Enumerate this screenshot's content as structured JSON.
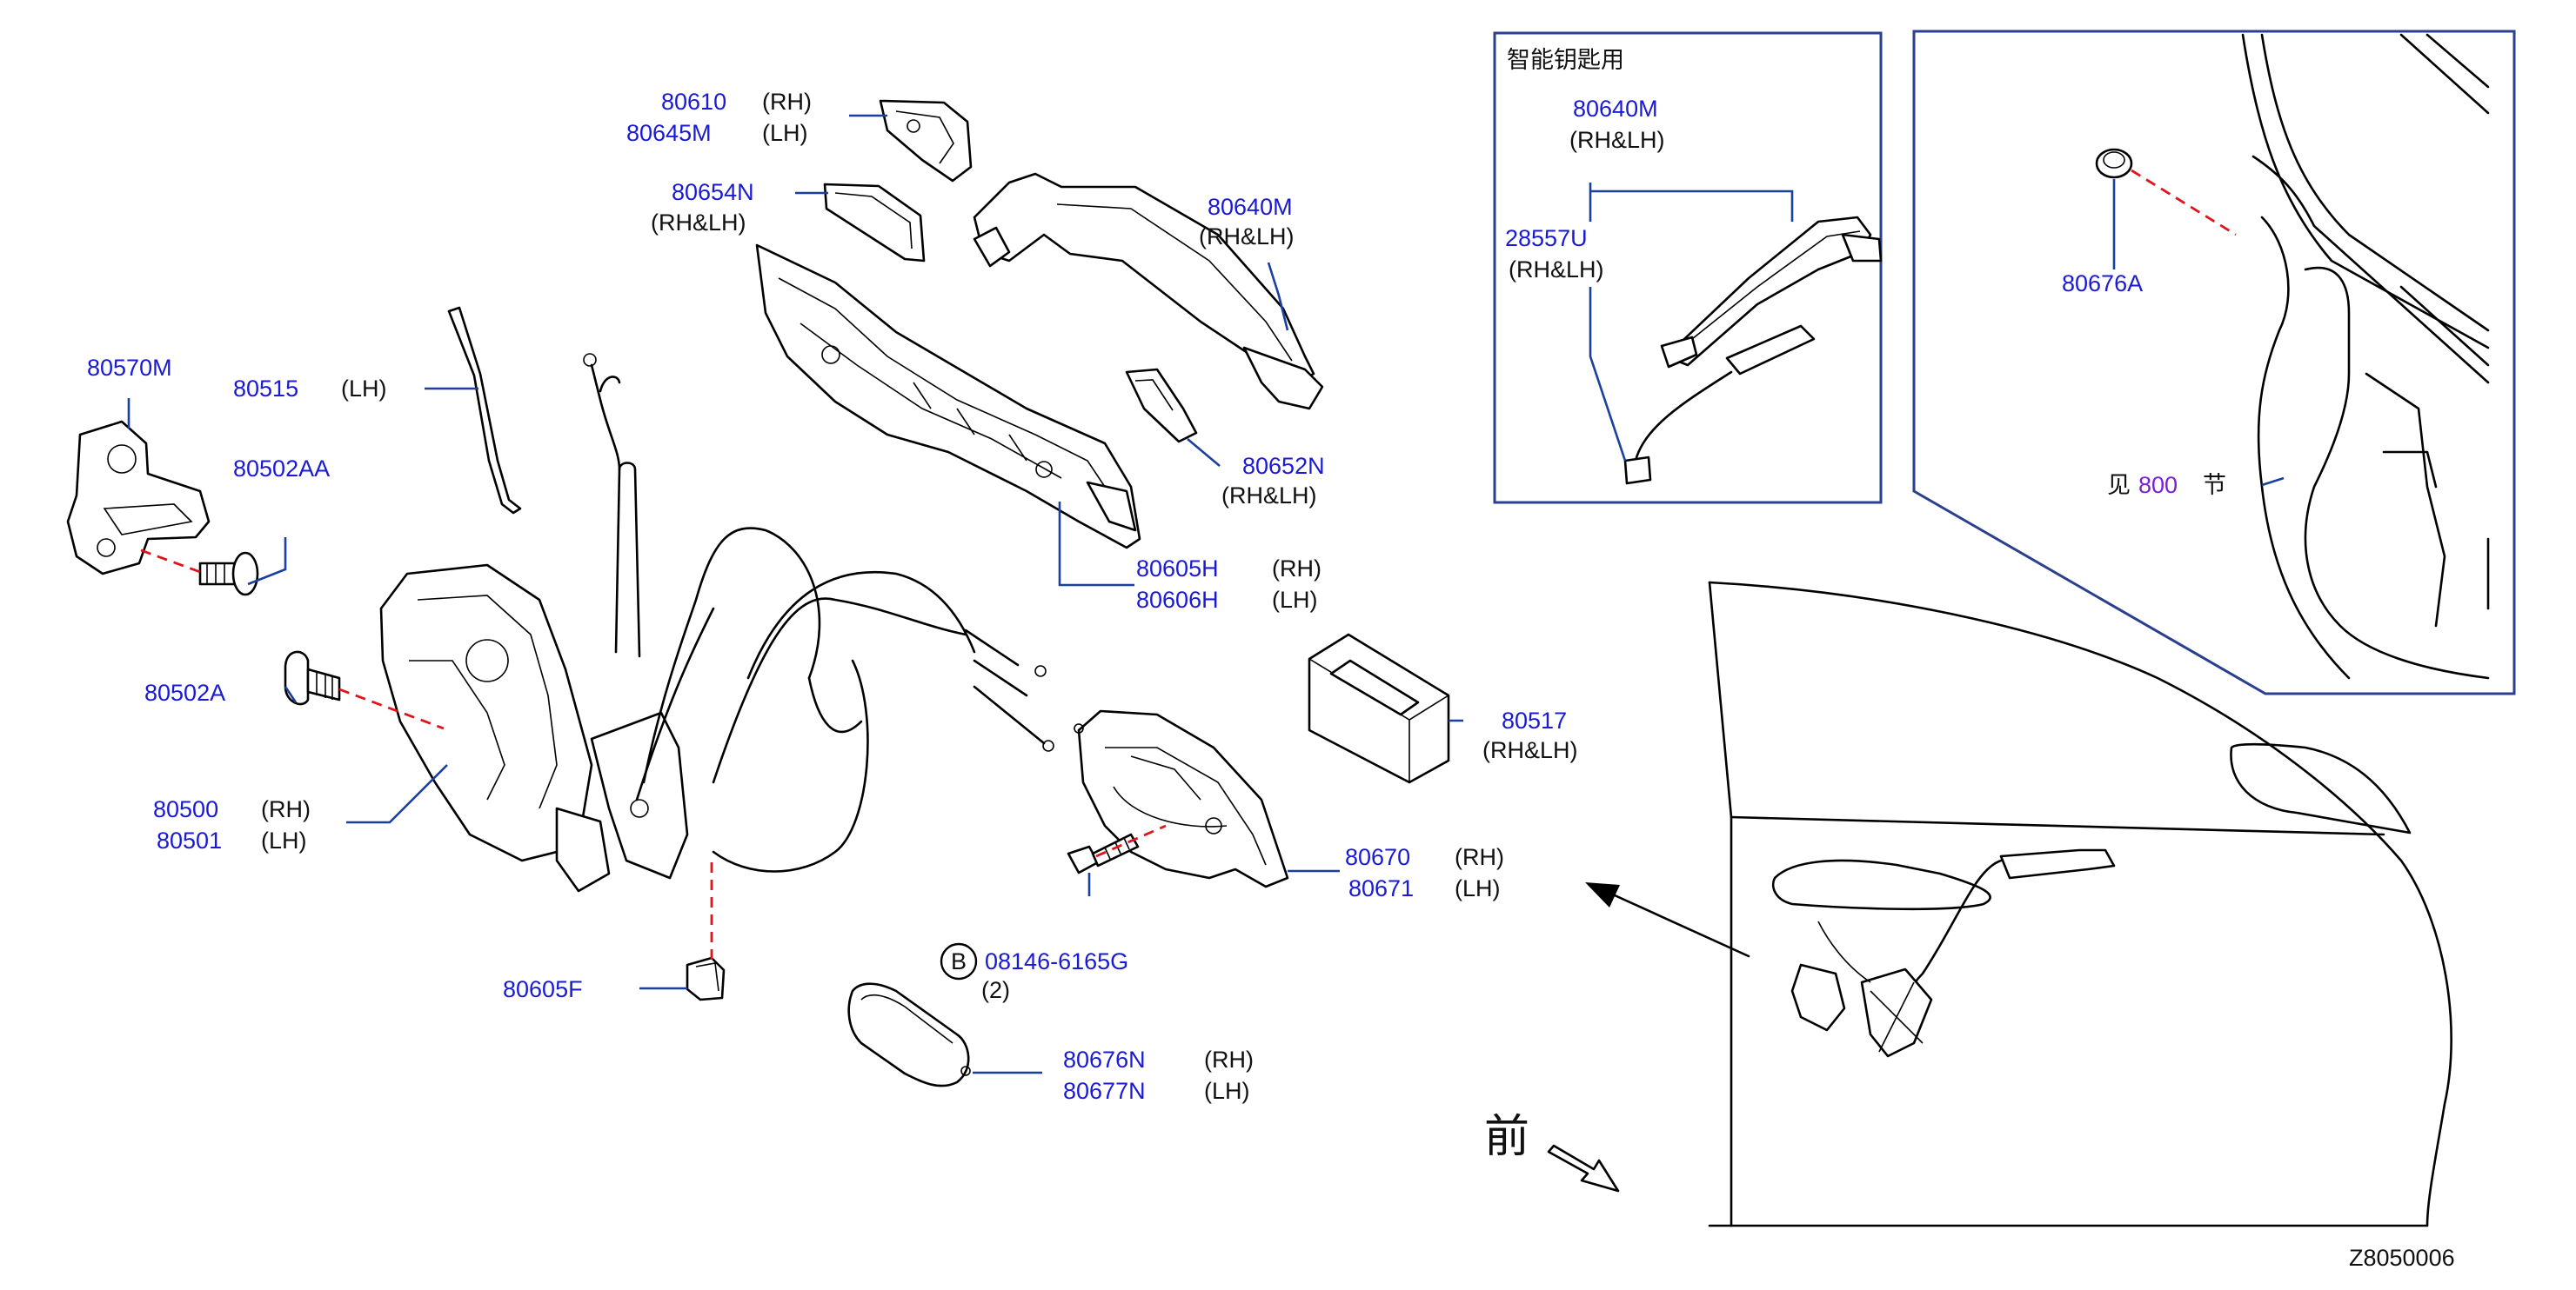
{
  "figure_code": "Z8050006",
  "front_label": "前",
  "circle_b": "B",
  "inset_smart": {
    "title": "智能钥匙用",
    "parts": [
      {
        "pn": "80640M",
        "qual": "(RH&LH)"
      },
      {
        "pn": "28557U",
        "qual": "(RH&LH)"
      }
    ]
  },
  "inset_door": {
    "part": {
      "pn": "80676A"
    },
    "see_prefix": "见",
    "see_num": "800",
    "see_suffix": "节"
  },
  "parts": {
    "p80610": {
      "pn": "80610",
      "qual": "(RH)"
    },
    "p80645m": {
      "pn": "80645M",
      "qual": "(LH)"
    },
    "p80654n": {
      "pn": "80654N",
      "qual": "(RH&LH)"
    },
    "p80640m": {
      "pn": "80640M",
      "qual": "(RH&LH)"
    },
    "p80570m": {
      "pn": "80570M"
    },
    "p80515": {
      "pn": "80515",
      "qual": "(LH)"
    },
    "p80502aa": {
      "pn": "80502AA"
    },
    "p80652n": {
      "pn": "80652N",
      "qual": "(RH&LH)"
    },
    "p80605h": {
      "pn": "80605H",
      "qual": "(RH)"
    },
    "p80606h": {
      "pn": "80606H",
      "qual": "(LH)"
    },
    "p80502a": {
      "pn": "80502A"
    },
    "p80517": {
      "pn": "80517",
      "qual": "(RH&LH)"
    },
    "p80500": {
      "pn": "80500",
      "qual": "(RH)"
    },
    "p80501": {
      "pn": "80501",
      "qual": "(LH)"
    },
    "p80670": {
      "pn": "80670",
      "qual": "(RH)"
    },
    "p80671": {
      "pn": "80671",
      "qual": "(LH)"
    },
    "p08146": {
      "pn": "08146-6165G",
      "qual": "(2)"
    },
    "p80605f": {
      "pn": "80605F"
    },
    "p80676n": {
      "pn": "80676N",
      "qual": "(RH)"
    },
    "p80677n": {
      "pn": "80677N",
      "qual": "(LH)"
    }
  }
}
